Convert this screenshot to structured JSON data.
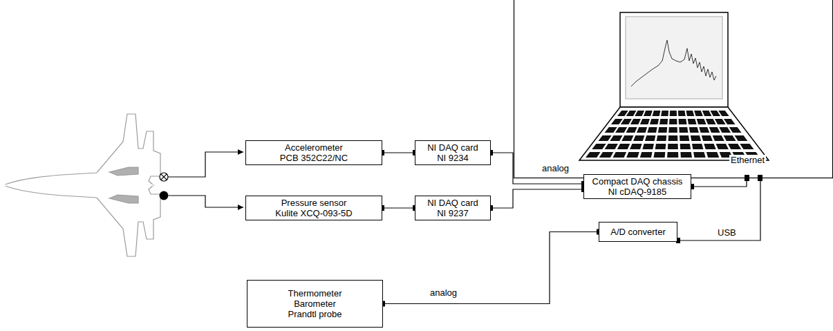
{
  "diagram": {
    "nodes": [
      {
        "text": [
          "Accelerometer",
          "PCB 352C22/NC"
        ]
      },
      {
        "text": [
          "NI DAQ card",
          "NI 9234"
        ]
      },
      {
        "text": [
          "Pressure sensor",
          "Kulite XCQ-093-5D"
        ]
      },
      {
        "text": [
          "NI DAQ card",
          "NI 9237"
        ]
      },
      {
        "text": [
          "Compact DAQ chassis",
          "NI cDAQ-9185"
        ]
      },
      {
        "text": [
          "A/D converter"
        ]
      },
      {
        "text": [
          "Thermometer",
          "Barometer",
          "Prandtl probe"
        ]
      }
    ],
    "edges": [
      {
        "from": 0,
        "to": 1,
        "arrow": "none"
      },
      {
        "from": 2,
        "to": 3,
        "arrow": "none"
      },
      {
        "from": 1,
        "to": 4,
        "label": "analog",
        "arrow": "none"
      },
      {
        "from": 3,
        "to": 4,
        "arrow": "none"
      },
      {
        "from": 6,
        "to": 5,
        "label": "analog",
        "arrow": "none"
      }
    ],
    "labels": [
      "Ethernet",
      "USB"
    ]
  }
}
